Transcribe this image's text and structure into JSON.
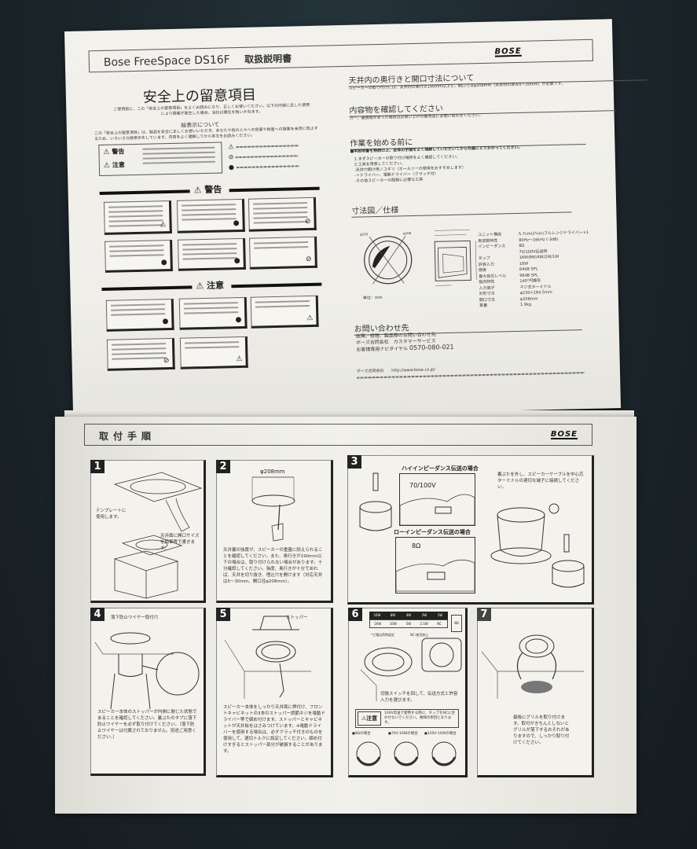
{
  "document": {
    "product": "Bose FreeSpace DS16F",
    "doc_type": "取扱説明書",
    "brand_logo": "BOSE"
  },
  "safety": {
    "title": "安全上の留意項目",
    "intro": "ご使用前に、この「安全上の留意項目」をよくお読みになり、正しくお使いください。以下の内容に反した使用により損害が発生した場合、当社は責任を負いかねます。",
    "pictogram_heading": "絵表示について",
    "pictogram_intro": "この「安全上の留意項目」は、製品を安全に正しくお使いいただき、あなたや他の人々への危害や財産への損害を未然に防止するため、いろいろな絵表示をしています。内容をよく理解してから本文をお読みください。",
    "legend": [
      {
        "icon": "warning-triangle-icon",
        "label": "警告"
      },
      {
        "icon": "warning-triangle-icon",
        "label": "注意"
      }
    ],
    "symbols": [
      {
        "icon": "caution-triangle-icon"
      },
      {
        "icon": "prohibited-circle-icon"
      },
      {
        "icon": "mandatory-action-icon"
      }
    ],
    "warning_heading": "警告",
    "warning_boxes": [
      {
        "icon": "caution-triangle-icon"
      },
      {
        "icon": "mandatory-action-icon"
      },
      {
        "icon": "prohibited-circle-icon"
      },
      {
        "icon": "mandatory-action-icon"
      },
      {
        "icon": "mandatory-action-icon"
      },
      {
        "icon": "prohibited-circle-icon"
      }
    ],
    "caution_heading": "注意",
    "caution_boxes": [
      {
        "icon": "mandatory-action-icon"
      },
      {
        "icon": "mandatory-action-icon"
      },
      {
        "icon": "caution-triangle-icon"
      },
      {
        "icon": "prohibited-circle-icon"
      },
      {
        "icon": "caution-triangle-icon"
      }
    ]
  },
  "right_column": {
    "sections": [
      {
        "heading": "天井内の奥行きと開口寸法について",
        "body": "スピーカーの取り付けには、天井内の奥行き190mm以上と、開口寸法φ208mm（天井材の厚み5〜30mm）が必要です。"
      },
      {
        "heading": "内容物を確認してください",
        "body": "万一、破損等があった場合はお買い上げの販売店にお問い合わせください。"
      },
      {
        "heading": "作業を始める前に",
        "body": "■本説明書を熟読の上、全体の手順をよく理解していただいてから作業にとりかかってください。",
        "items": [
          "1.まずスピーカーの取り付け場所をよく確認してください。",
          "2.工具を用意してください。",
          "-天井穴開け用ノコギリ（ホールソーの使用をおすすめします）",
          "-＋ドライバー、電動ドライバー（クラッチ付）",
          "-その他スピーカーの配線に必要な工具"
        ]
      },
      {
        "heading": "寸法図／仕様"
      }
    ],
    "diagram_unit": "単位：mm",
    "diagram_labels": [
      "φ250",
      "φ208"
    ],
    "specs": [
      {
        "key": "ユニット構成",
        "value": "5.7cm(2¼in)フルレンジドライバー×1"
      },
      {
        "key": "周波数特性",
        "value": "80Hz〜16kHz (-3dB)"
      },
      {
        "key": "インピーダンス",
        "value": "8Ω"
      },
      {
        "key": "",
        "value": "70/100V伝送時"
      },
      {
        "key": "タップ",
        "value": "16W/8W/4W/2W/1W"
      },
      {
        "key": "許容入力",
        "value": "16W"
      },
      {
        "key": "感度",
        "value": "84dB SPL"
      },
      {
        "key": "最大音圧レベル",
        "value": "96dB SPL"
      },
      {
        "key": "指向特性",
        "value": "140°円錐形"
      },
      {
        "key": "入力端子",
        "value": "ネジ式ターミナル"
      },
      {
        "key": "外形寸法",
        "value": "φ230×184.5mm"
      },
      {
        "key": "開口寸法",
        "value": "φ208mm"
      },
      {
        "key": "質量",
        "value": "1.9kg"
      }
    ],
    "contact": {
      "heading": "お問い合わせ先",
      "lines": [
        "故障、修理、製品等のお問い合わせ先",
        "ボーズ合同会社　カスタマーサービス",
        "お客様専用ナビダイヤル"
      ],
      "phone": "0570-080-021"
    },
    "footer": {
      "company": "ボーズ合同会社",
      "url": "http://www.bose.co.jp/"
    }
  },
  "installation": {
    "title": "取付手順",
    "steps": [
      {
        "number": "1",
        "labels": [
          "テンプレートに使用します。",
          "天井面に開口サイズを鉛筆等で書きます。"
        ]
      },
      {
        "number": "2",
        "dimension": "φ208mm",
        "text": "天井裏の強度が、スピーカーの重量に耐えられることを確認してください。また、奥行きが190mm以下の場合は、取り付けられない場合があります。十分確認してください。強度、奥行きが十分であれば、天井を切り抜き、埋込穴を開けます（対応天井は5〜30mm、開口径φ208mm）。"
      },
      {
        "number": "3",
        "high_label": "ハイインピーダンス伝送の場合",
        "high_voltage": "70/100V",
        "low_label": "ローインピーダンス伝送の場合",
        "low_ohm": "8Ω",
        "text": "裏ぶたを外し、スピーカーケーブルを中心芯ターミナルの適切な端子に接続してください。"
      },
      {
        "number": "4",
        "label": "落下防止ワイヤー取付穴",
        "text": "スピーカー本体のストッパーが内側に閉じた状態であることを確認してください。裏ぶたのタブに落下防止ワイヤーを必ず取り付けてください。（落下防止ワイヤーは付属されておりません。別途ご用意ください。）"
      },
      {
        "number": "5",
        "label": "ストッパー",
        "text": "スピーカー本体をしっかり天井面に押付け、フロントキャビネットの3本のストッパー調節ネジを電動ドライバー等で締め付けます。ストッパーとキャビネットが天井板をはさみつけています。※電動ドライバーを使用する場合は、必ずクラッチ付きのものを使用して、適切トルクに設定してください。締め付けすぎるとストッパー部分が破損することがあります。"
      },
      {
        "number": "6",
        "tap_top": [
          "16W",
          "8W",
          "4W",
          "2W",
          "1W"
        ],
        "tap_bottom": [
          "20W",
          "10W",
          "5W",
          "2.5W",
          "NC"
        ],
        "tap_side": "8Ω",
        "note1": "*工場出荷時設定",
        "note2": "NC:使用禁止",
        "text": "切換スイッチを回して、伝送方式と許容入力を選びます。",
        "caution_label": "注意",
        "caution_text": "100V伝送で使用する際に、タップをNCに合わせないでください。故障の原因となります。",
        "dial_labels": [
          "●8Ωの場合",
          "●70V-16Wの場合",
          "●100V-16Wの場合"
        ]
      },
      {
        "number": "7",
        "text": "最後にグリルを取り付けます。取付がきちんとしないとグリルが落下するおそれがありますので、しっかり取り付けてください。"
      }
    ]
  }
}
